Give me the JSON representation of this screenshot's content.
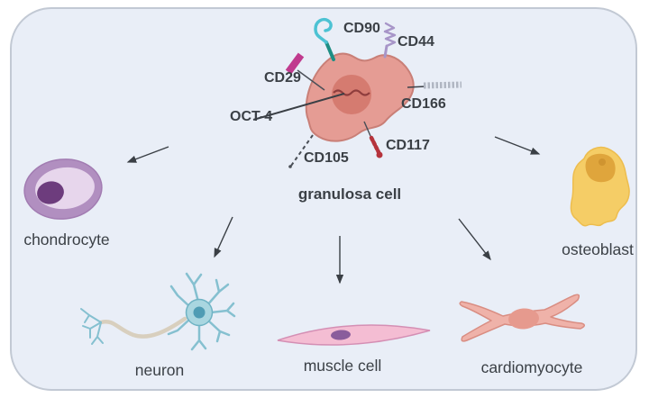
{
  "figure": {
    "center_cell": {
      "label": "granulosa cell",
      "markers": {
        "cd90": "CD90",
        "cd44": "CD44",
        "cd29": "CD29",
        "oct4": "OCT-4",
        "cd166": "CD166",
        "cd117": "CD117",
        "cd105": "CD105"
      }
    },
    "derived_cells": {
      "chondrocyte": "chondrocyte",
      "osteoblast": "osteoblast",
      "neuron": "neuron",
      "muscle_cell": "muscle cell",
      "cardiomyocyte": "cardiomyocyte"
    },
    "colors": {
      "panel_bg": "#e9eef7",
      "panel_border": "#c2c9d4",
      "label_text": "#3b4046",
      "granulosa_body": "#e59c94",
      "granulosa_outline": "#c97f77",
      "granulosa_nucleus": "#d57b70",
      "chondrocyte_outer": "#b18fc0",
      "chondrocyte_inner": "#e7d6ec",
      "chondrocyte_nucleus": "#6d3c7d",
      "osteoblast_body": "#f5cd66",
      "osteoblast_nucleus": "#dfa53c",
      "neuron_body": "#a9d6e0",
      "neuron_nucleus": "#4f9cb4",
      "neuron_axon": "#d8cfbe",
      "muscle_body": "#f4bdd3",
      "muscle_nucleus": "#8a5d9c",
      "cardiomyocyte_body": "#efb2a9",
      "cardiomyocyte_nucleus": "#e69a8e",
      "cd90_stem": "#1e8e84",
      "cd90_hook": "#4cc2d3",
      "cd44_color": "#a795c8",
      "cd29_color": "#c03a8e",
      "cd117_color": "#b5333c",
      "cd166_color": "#b0b6c2",
      "arrow_color": "#3a3f45"
    }
  }
}
